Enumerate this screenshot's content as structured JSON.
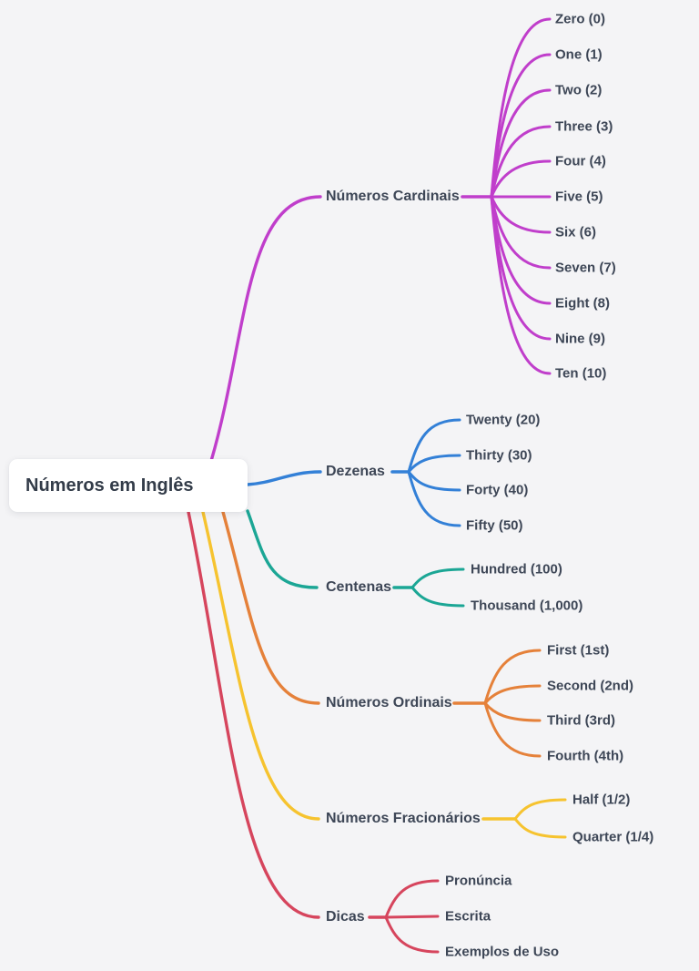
{
  "background_color": "#f4f4f6",
  "text_color": "#3d4656",
  "root": {
    "label": "Números em Inglês"
  },
  "branches": [
    {
      "id": "cardinais",
      "label": "Números Cardinais",
      "color": "#c03ecb",
      "children": [
        "Zero (0)",
        "One (1)",
        "Two (2)",
        "Three (3)",
        "Four (4)",
        "Five (5)",
        "Six (6)",
        "Seven (7)",
        "Eight (8)",
        "Nine (9)",
        "Ten (10)"
      ]
    },
    {
      "id": "dezenas",
      "label": "Dezenas",
      "color": "#3380d7",
      "children": [
        "Twenty (20)",
        "Thirty (30)",
        "Forty (40)",
        "Fifty (50)"
      ]
    },
    {
      "id": "centenas",
      "label": "Centenas",
      "color": "#1ba695",
      "children": [
        "Hundred (100)",
        "Thousand (1,000)"
      ]
    },
    {
      "id": "ordinais",
      "label": "Números Ordinais",
      "color": "#e5813a",
      "children": [
        "First (1st)",
        "Second (2nd)",
        "Third (3rd)",
        "Fourth (4th)"
      ]
    },
    {
      "id": "fracionarios",
      "label": "Números Fracionários",
      "color": "#f6c32f",
      "children": [
        "Half (1/2)",
        "Quarter (1/4)"
      ]
    },
    {
      "id": "dicas",
      "label": "Dicas",
      "color": "#d6455d",
      "children": [
        "Pronúncia",
        "Escrita",
        "Exemplos de Uso"
      ]
    }
  ]
}
